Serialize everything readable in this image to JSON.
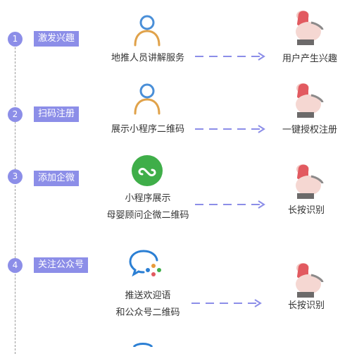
{
  "steps": [
    {
      "number": "1",
      "tag": "激发兴趣",
      "desc_line1": "地推人员讲解服务",
      "desc_line2": "",
      "result": "用户产生兴趣",
      "icon": "person-icon"
    },
    {
      "number": "2",
      "tag": "扫码注册",
      "desc_line1": "展示小程序二维码",
      "desc_line2": "",
      "result": "一键授权注册",
      "icon": "person-icon"
    },
    {
      "number": "3",
      "tag": "添加企微",
      "desc_line1": "小程序展示",
      "desc_line2": "母婴顾问企微二维码",
      "result": "长按识别",
      "icon": "mini-program-icon"
    },
    {
      "number": "4",
      "tag": "关注公众号",
      "desc_line1": "推送欢迎语",
      "desc_line2": "和公众号二维码",
      "result": "长按识别",
      "icon": "wecom-chat-icon"
    }
  ],
  "colors": {
    "accent": "#8c8ee8",
    "person_head": "#4a8fd8",
    "person_body": "#e0a24a",
    "mini_program": "#3fae49"
  }
}
